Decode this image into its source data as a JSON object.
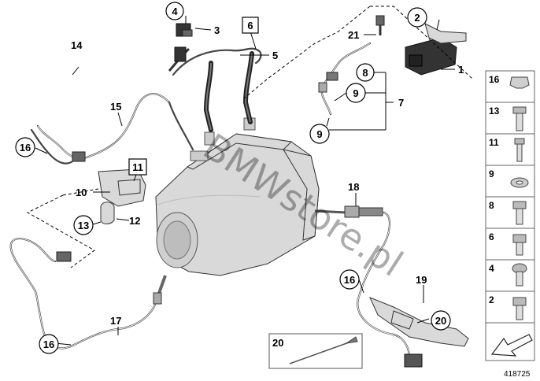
{
  "watermark": "BMWstore.pl",
  "reference_number": "418725",
  "callouts": {
    "c1": "1",
    "c2": "2",
    "c3": "3",
    "c4": "4",
    "c5": "5",
    "c6": "6",
    "c7": "7",
    "c8": "8",
    "c9a": "9",
    "c9b": "9",
    "c10": "10",
    "c11": "11",
    "c12": "12",
    "c13": "13",
    "c14": "14",
    "c15": "15",
    "c16a": "16",
    "c16b": "16",
    "c16c": "16",
    "c17": "17",
    "c18": "18",
    "c19": "19",
    "c20a": "20",
    "c20b": "20",
    "c21": "21"
  },
  "side_panel": [
    "16",
    "13",
    "11",
    "9",
    "8",
    "6",
    "4",
    "2"
  ]
}
